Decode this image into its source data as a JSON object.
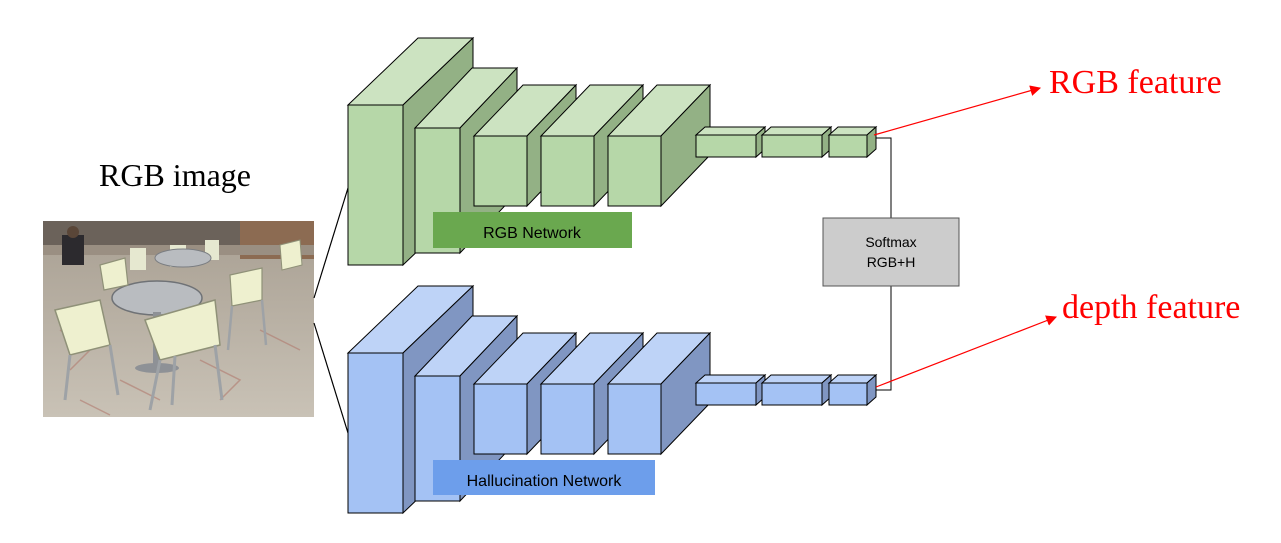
{
  "input": {
    "title": "RGB image"
  },
  "networks": {
    "rgb": {
      "label": "RGB Network",
      "face_color": "#b6d7a8",
      "top_color": "#cce3c1",
      "side_color": "#93b185",
      "label_bg": "#6aa84f"
    },
    "hallucination": {
      "label": "Hallucination Network",
      "face_color": "#a4c2f4",
      "top_color": "#bed3f7",
      "side_color": "#8096c2",
      "label_bg": "#6d9eeb"
    }
  },
  "fusion": {
    "line1": "Softmax",
    "line2": "RGB+H",
    "fill_color": "#cccccc"
  },
  "outputs": {
    "rgb_feature": "RGB feature",
    "depth_feature": "depth feature",
    "color": "#ff0000"
  }
}
